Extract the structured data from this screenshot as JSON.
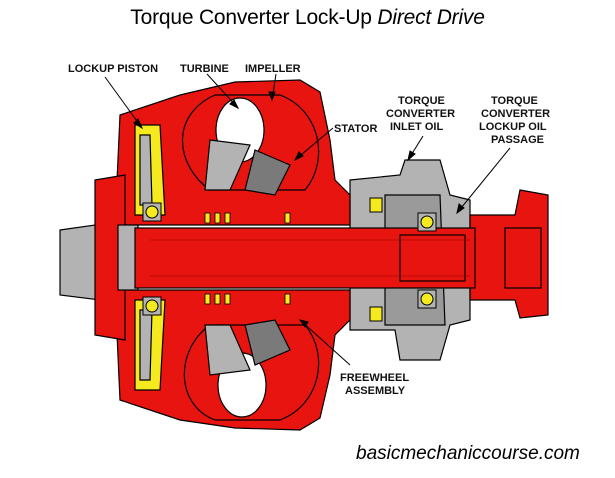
{
  "title": {
    "main": "Torque Converter  Lock-Up ",
    "italic": "Direct Drive"
  },
  "labels": {
    "lockup_piston": "LOCKUP PISTON",
    "turbine": "TURBINE",
    "impeller": "IMPELLER",
    "stator": "STATOR",
    "inlet_oil_1": "TORQUE",
    "inlet_oil_2": "CONVERTER",
    "inlet_oil_3": "INLET OIL",
    "lockup_oil_1": "TORQUE",
    "lockup_oil_2": "CONVERTER",
    "lockup_oil_3": "LOCKUP OIL",
    "lockup_oil_4": "PASSAGE",
    "freewheel_1": "FREEWHEEL",
    "freewheel_2": "ASSEMBLY"
  },
  "website": "basicmechaniccourse.com",
  "colors": {
    "red": "#e8140f",
    "gray": "#b3b3b3",
    "dark_gray": "#7a7a7a",
    "yellow": "#f4ea1f",
    "outline": "#000000"
  }
}
